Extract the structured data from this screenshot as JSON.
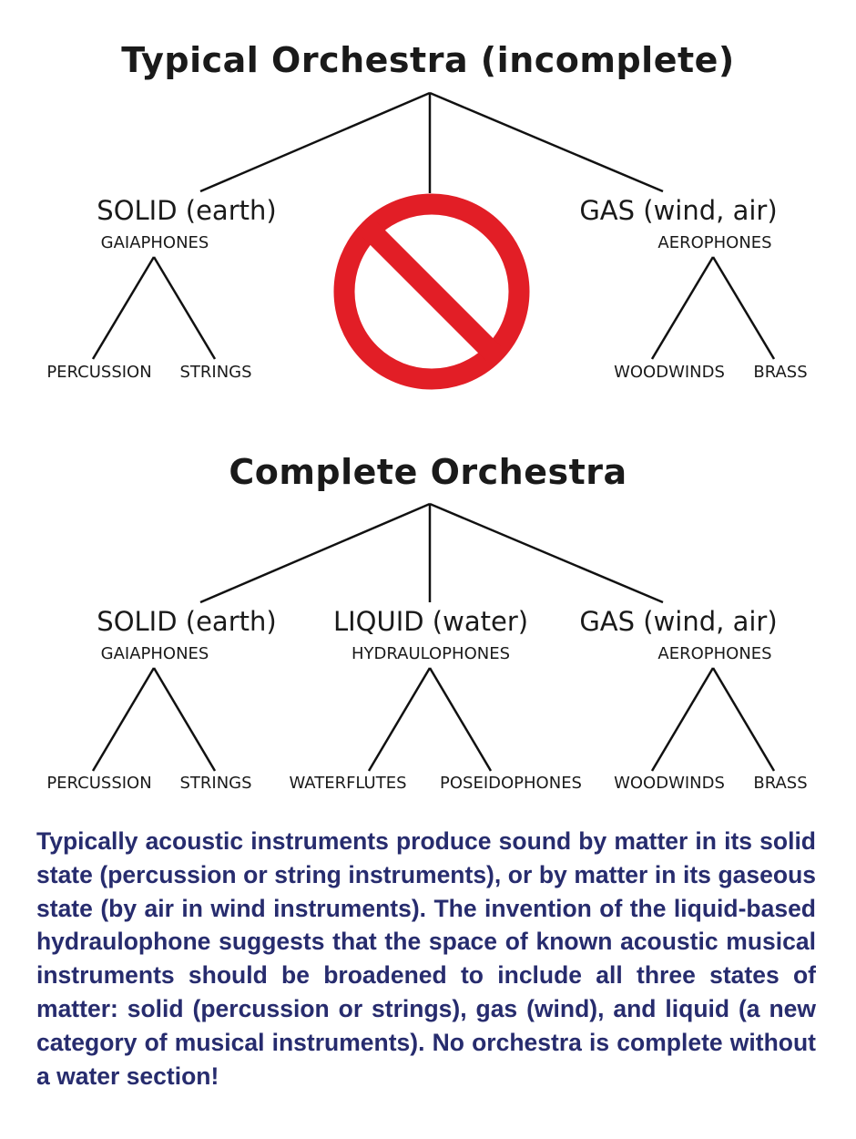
{
  "top": {
    "title": "Typical Orchestra (incomplete)",
    "solid": {
      "label": "SOLID (earth)",
      "sub": "GAIAPHONES",
      "leaves": [
        "PERCUSSION",
        "STRINGS"
      ]
    },
    "gas": {
      "label": "GAS (wind, air)",
      "sub": "AEROPHONES",
      "leaves": [
        "WOODWINDS",
        "BRASS"
      ]
    },
    "prohibition_icon_color": "#e21e26"
  },
  "bottom": {
    "title": "Complete Orchestra",
    "solid": {
      "label": "SOLID (earth)",
      "sub": "GAIAPHONES",
      "leaves": [
        "PERCUSSION",
        "STRINGS"
      ]
    },
    "liquid": {
      "label": "LIQUID (water)",
      "sub": "HYDRAULOPHONES",
      "leaves": [
        "WATERFLUTES",
        "POSEIDOPHONES"
      ]
    },
    "gas": {
      "label": "GAS (wind, air)",
      "sub": "AEROPHONES",
      "leaves": [
        "WOODWINDS",
        "BRASS"
      ]
    }
  },
  "caption": "Typically acoustic instruments produce sound by matter in its solid state (percussion or string instruments), or by matter in its gaseous state (by air in wind instruments). The invention of the liquid-based hydraulophone suggests that the space of known acoustic musical instruments should be broadened to include all three states of matter: solid (percussion or strings), gas (wind), and liquid (a new category of musical instruments). No orchestra is complete without a water section!",
  "colors": {
    "line": "#111111",
    "caption": "#272c6e"
  }
}
